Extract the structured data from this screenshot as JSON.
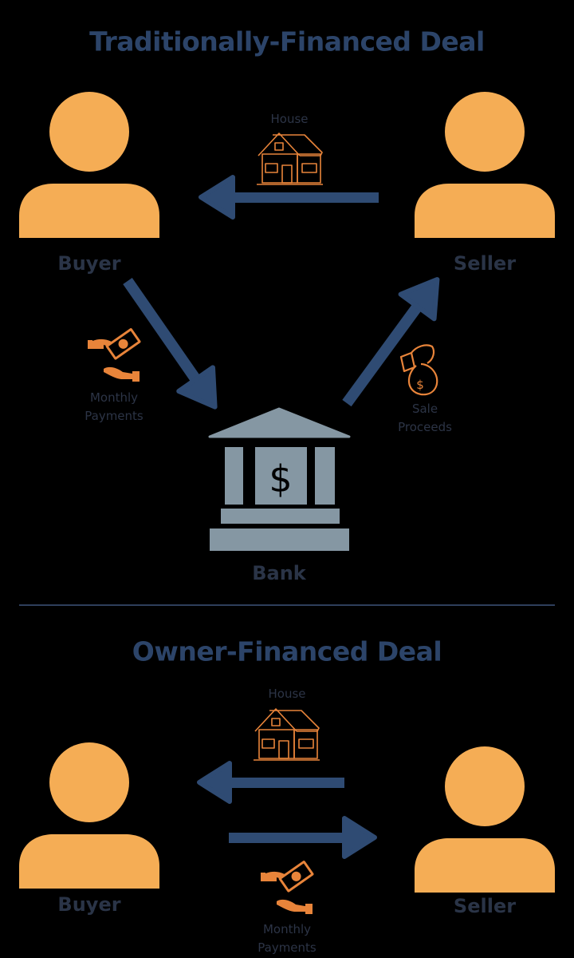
{
  "colors": {
    "background": "#000000",
    "person": "#f5ad55",
    "icon": "#e8843a",
    "arrow": "#2f4b73",
    "bank": "#8597a3",
    "title": "#2c4469",
    "label": "#2a3447"
  },
  "traditional": {
    "title": "Traditionally-Financed Deal",
    "buyer_label": "Buyer",
    "seller_label": "Seller",
    "bank_label": "Bank",
    "house_label": "House",
    "payments_label_1": "Monthly",
    "payments_label_2": "Payments",
    "proceeds_label_1": "Sale",
    "proceeds_label_2": "Proceeds"
  },
  "owner": {
    "title": "Owner-Financed Deal",
    "buyer_label": "Buyer",
    "seller_label": "Seller",
    "house_label": "House",
    "payments_label_1": "Monthly",
    "payments_label_2": "Payments"
  }
}
